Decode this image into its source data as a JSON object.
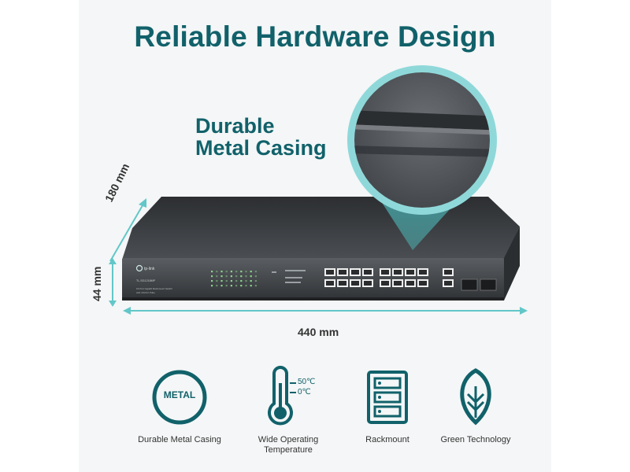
{
  "page": {
    "title": "Reliable Hardware Design",
    "callout": [
      "Durable",
      "Metal Casing"
    ]
  },
  "dimensions": {
    "width": "440 mm",
    "depth": "180 mm",
    "height": "44 mm"
  },
  "device": {
    "brand": "tp-link",
    "model": "TL-SG1218MP",
    "description_line1": "16-Port Gigabit Rackmount Switch",
    "description_line2": "with 16-Port PoE+"
  },
  "features": [
    {
      "icon": "metal-icon",
      "icon_text": "METAL",
      "label": [
        "Durable Metal Casing"
      ]
    },
    {
      "icon": "thermometer-icon",
      "temp_high": "50℃",
      "temp_low": "0℃",
      "label": [
        "Wide Operating",
        "Temperature"
      ]
    },
    {
      "icon": "rackmount-icon",
      "label": [
        "Rackmount"
      ]
    },
    {
      "icon": "leaf-icon",
      "label": [
        "Green Technology"
      ]
    }
  ],
  "colors": {
    "teal_text": "#11616a",
    "accent_teal": "#4fc3c4",
    "device_body": "#3a3d40",
    "panel_bg": "#f4f6f7"
  }
}
